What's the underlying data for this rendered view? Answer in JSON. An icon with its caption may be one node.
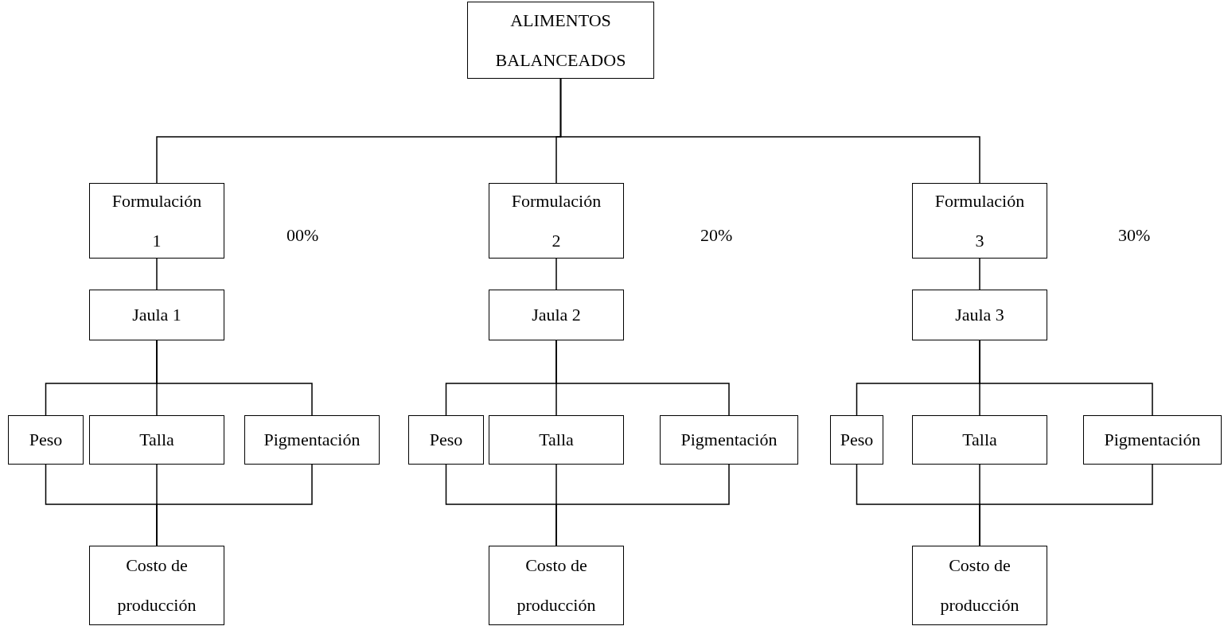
{
  "diagram": {
    "nodes": [
      {
        "text": [
          "ALIMENTOS BALANCEADOS"
        ]
      },
      {
        "text": [
          "Formulación 1"
        ]
      },
      {
        "text": [
          "Formulación 2"
        ]
      },
      {
        "text": [
          "Formulación 3"
        ]
      },
      {
        "text": [
          "Jaula 1"
        ]
      },
      {
        "text": [
          "Jaula 2"
        ]
      },
      {
        "text": [
          "Jaula 3"
        ]
      },
      {
        "text": [
          "Peso"
        ]
      },
      {
        "text": [
          "Talla"
        ]
      },
      {
        "text": [
          "Pigmentación"
        ]
      },
      {
        "text": [
          "Peso"
        ]
      },
      {
        "text": [
          "Talla"
        ]
      },
      {
        "text": [
          "Pigmentación"
        ]
      },
      {
        "text": [
          "Peso"
        ]
      },
      {
        "text": [
          "Talla"
        ]
      },
      {
        "text": [
          "Pigmentación"
        ]
      },
      {
        "text": [
          "Costo de producción"
        ]
      },
      {
        "text": [
          "Costo de producción"
        ]
      },
      {
        "text": [
          "Costo de producción"
        ]
      }
    ],
    "edges": [
      {
        "from": 0,
        "to": 1,
        "arrow": "none"
      },
      {
        "from": 0,
        "to": 2,
        "arrow": "none"
      },
      {
        "from": 0,
        "to": 3,
        "arrow": "none"
      },
      {
        "from": 1,
        "to": 4,
        "arrow": "none"
      },
      {
        "from": 2,
        "to": 5,
        "arrow": "none"
      },
      {
        "from": 3,
        "to": 6,
        "arrow": "none"
      },
      {
        "from": 4,
        "to": 7,
        "arrow": "none"
      },
      {
        "from": 4,
        "to": 8,
        "arrow": "none"
      },
      {
        "from": 4,
        "to": 9,
        "arrow": "none"
      },
      {
        "from": 5,
        "to": 10,
        "arrow": "none"
      },
      {
        "from": 5,
        "to": 11,
        "arrow": "none"
      },
      {
        "from": 5,
        "to": 12,
        "arrow": "none"
      },
      {
        "from": 6,
        "to": 13,
        "arrow": "none"
      },
      {
        "from": 6,
        "to": 14,
        "arrow": "none"
      },
      {
        "from": 6,
        "to": 15,
        "arrow": "none"
      },
      {
        "from": 7,
        "to": 16,
        "arrow": "none"
      },
      {
        "from": 8,
        "to": 16,
        "arrow": "none"
      },
      {
        "from": 9,
        "to": 16,
        "arrow": "none"
      },
      {
        "from": 10,
        "to": 17,
        "arrow": "none"
      },
      {
        "from": 11,
        "to": 17,
        "arrow": "none"
      },
      {
        "from": 12,
        "to": 17,
        "arrow": "none"
      },
      {
        "from": 13,
        "to": 18,
        "arrow": "none"
      },
      {
        "from": 14,
        "to": 18,
        "arrow": "none"
      },
      {
        "from": 15,
        "to": 18,
        "arrow": "none"
      }
    ],
    "labels": [
      "00%",
      "20%",
      "30%"
    ]
  }
}
